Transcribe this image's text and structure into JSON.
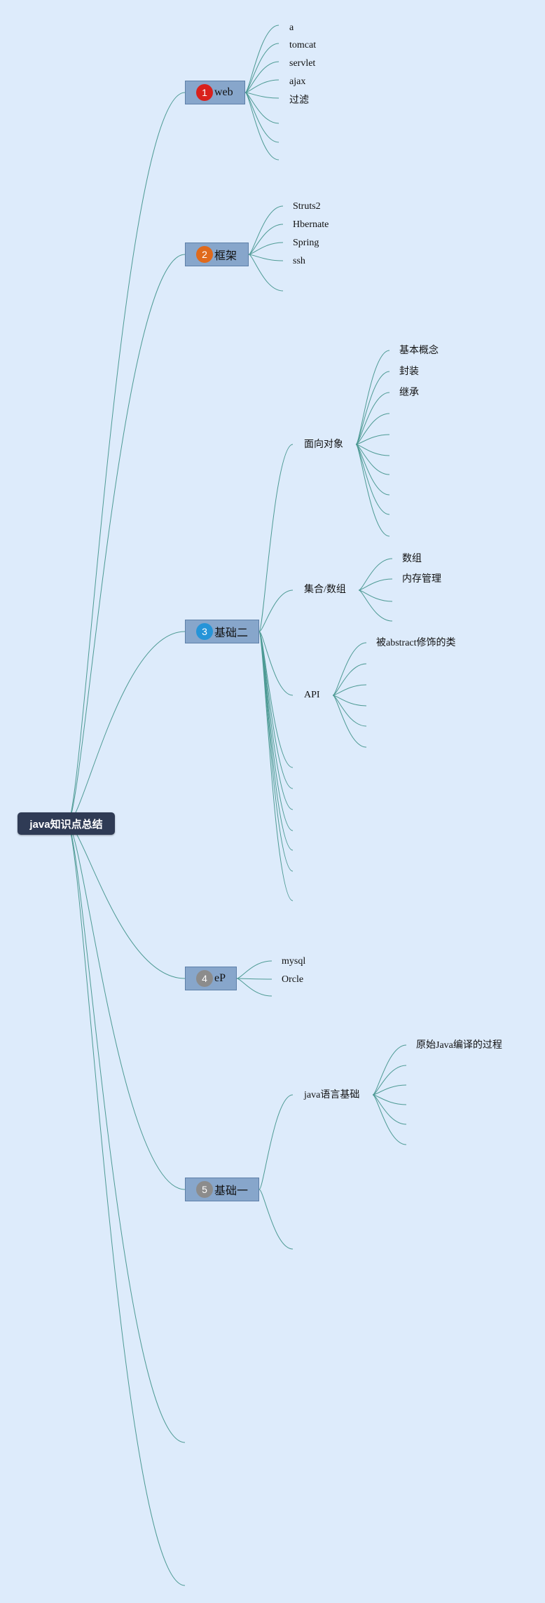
{
  "root": {
    "label": "java知识点总结"
  },
  "branches": {
    "web": {
      "label": "web",
      "badge": "1",
      "badge_color": "#d9211c",
      "children": [
        "a",
        "tomcat",
        "servlet",
        "ajax",
        "过滤"
      ]
    },
    "framework": {
      "label": "框架",
      "badge": "2",
      "badge_color": "#e06a1c",
      "children": [
        "Struts2",
        "Hbernate",
        "Spring",
        "ssh"
      ]
    },
    "basics2": {
      "label": "基础二",
      "badge": "3",
      "badge_color": "#2694d8",
      "oop": {
        "label": "面向对象",
        "children": [
          "基本概念",
          "封装",
          "继承"
        ]
      },
      "collections": {
        "label": "集合/数组",
        "children": [
          "数组",
          "内存管理"
        ]
      },
      "api": {
        "label": "API",
        "children": [
          "被abstract修饰的类"
        ]
      }
    },
    "ep": {
      "label": "eP",
      "badge": "4",
      "badge_color": "#8c8c8c",
      "children": [
        "mysql",
        "Orcle"
      ]
    },
    "basics1": {
      "label": "基础一",
      "badge": "5",
      "badge_color": "#8c8c8c",
      "java_lang": {
        "label": "java语言基础",
        "children": [
          "原始Java编译的过程"
        ]
      }
    }
  },
  "colors": {
    "background": "#ddebfb",
    "edge": "#4d9a94",
    "root": "#2f3b55",
    "branch": "#87a6cb"
  }
}
